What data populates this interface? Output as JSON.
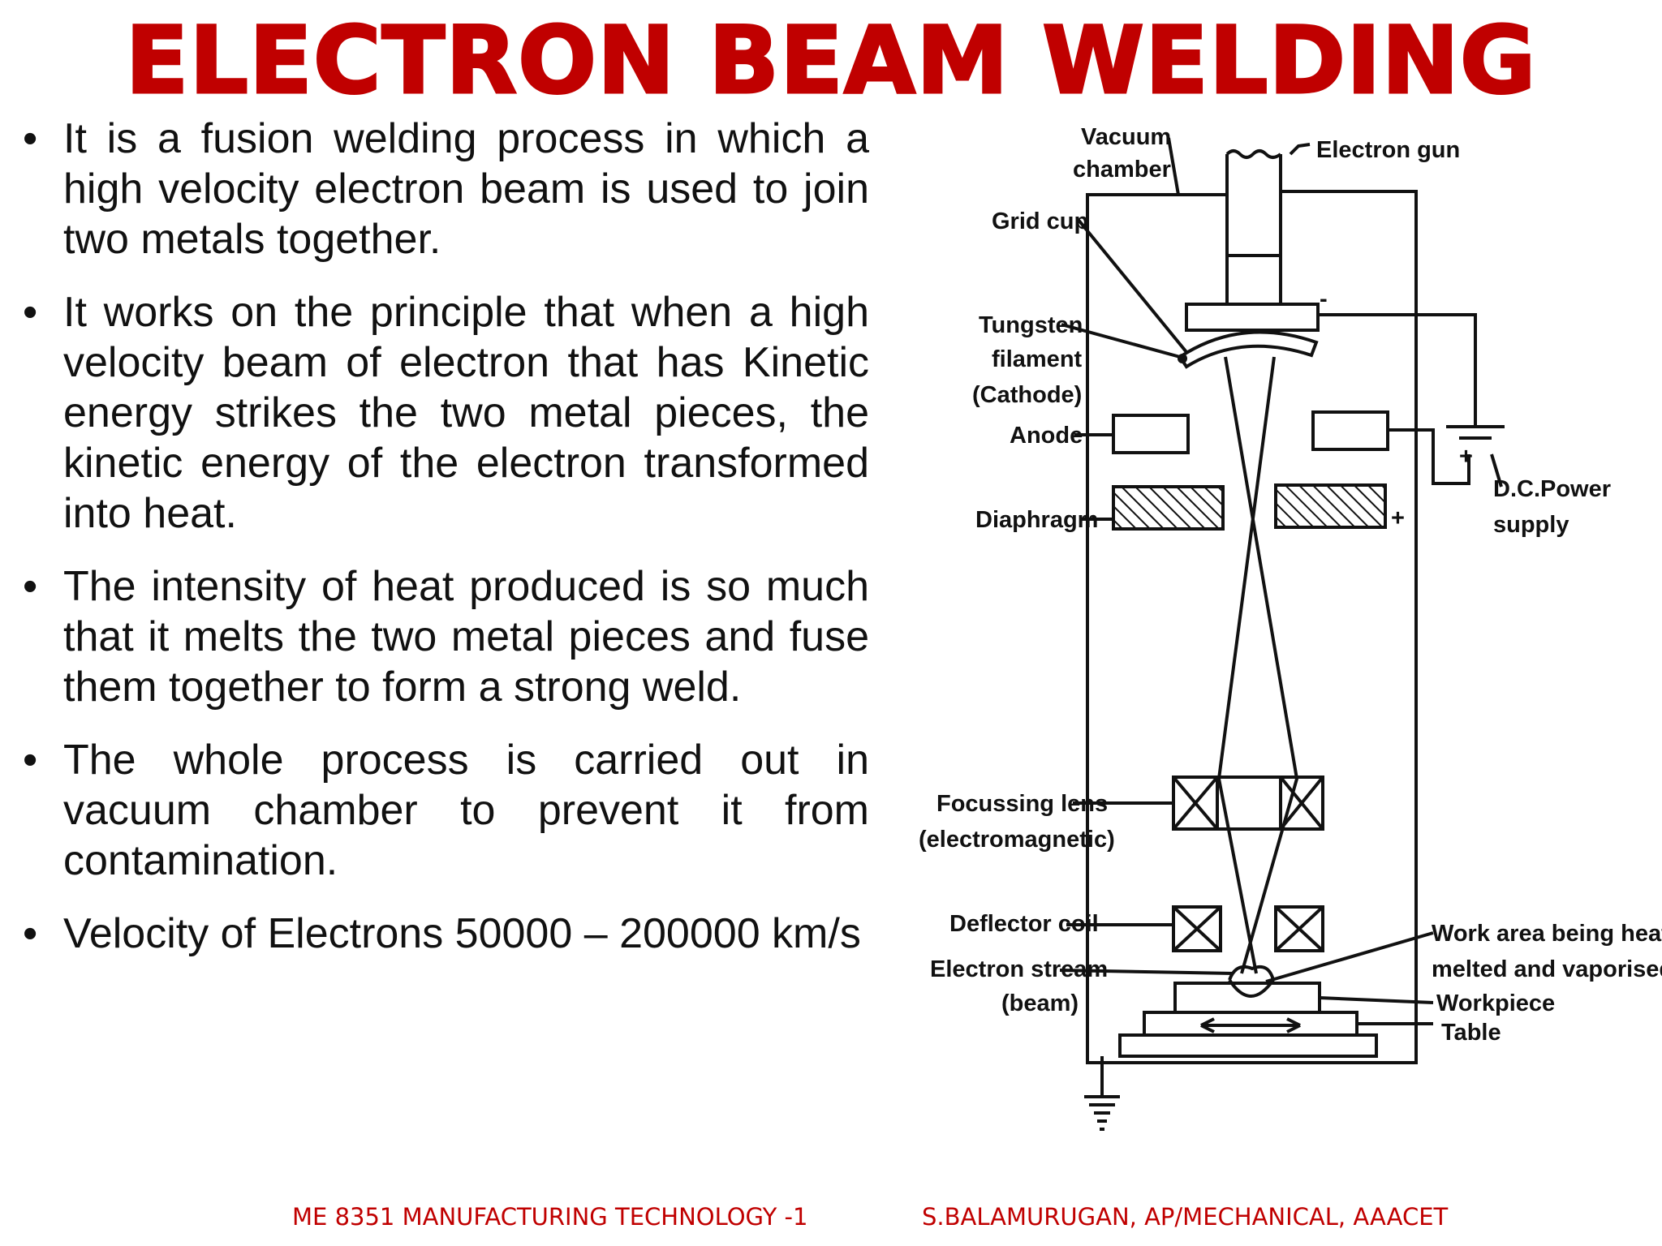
{
  "slide": {
    "title": "ELECTRON BEAM WELDING",
    "bullets": [
      "It is a fusion welding process in which a high velocity electron beam is used to join two metals together.",
      "It works on the principle that when a high velocity beam of electron that has Kinetic energy strikes the two metal pieces, the kinetic energy of the electron transformed into heat.",
      "The intensity of heat produced is so much that it melts the two metal pieces and fuse them together to form a strong weld.",
      "The whole process is carried out in vacuum chamber to prevent it from contamination.",
      "Velocity of Electrons 50000 – 200000 km/s"
    ]
  },
  "diagram": {
    "labels": {
      "vacuum_chamber_1": "Vacuum",
      "vacuum_chamber_2": "chamber",
      "electron_gun": "Electron gun",
      "grid_cup": "Grid cup",
      "tungsten_1": "Tungsten",
      "tungsten_2": "filament",
      "tungsten_3": "(Cathode)",
      "anode": "Anode",
      "diaphragm": "Diaphragm",
      "dc_power_1": "D.C.Power",
      "dc_power_2": "supply",
      "focussing_1": "Focussing lens",
      "focussing_2": "(electromagnetic)",
      "deflector": "Deflector coil",
      "electron_stream_1": "Electron stream",
      "electron_stream_2": "(beam)",
      "work_area_1": "Work area being heated,",
      "work_area_2": "melted and vaporised",
      "workpiece": "Workpiece",
      "table": "Table",
      "minus_sign": "-",
      "plus_sign": "+",
      "plus_sign_2": "+"
    }
  },
  "footer": {
    "left": "ME 8351 MANUFACTURING TECHNOLOGY -1",
    "right": "S.BALAMURUGAN, AP/MECHANICAL, AAACET"
  },
  "colors": {
    "title": "#c00000",
    "footer": "#c00000",
    "text": "#111111"
  }
}
